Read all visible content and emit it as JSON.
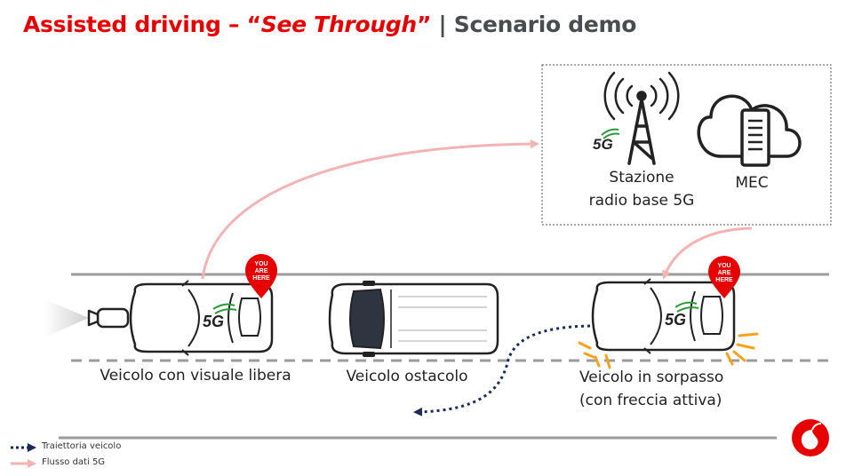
{
  "title": {
    "part1": "Assisted driving – “",
    "italic": "See Through",
    "part2": "”",
    "separator": "|",
    "part3": "Scenario demo"
  },
  "network": {
    "station_line1": "Stazione",
    "station_line2": "radio base 5G",
    "mec": "MEC",
    "tower_badge": "5G"
  },
  "vehicles": {
    "left_label": "Veicolo con visuale libera",
    "middle_label": "Veicolo ostacolo",
    "right_label_line1": "Veicolo in sorpasso",
    "right_label_line2": "(con freccia attiva)",
    "badge": "5G",
    "pin_text_1": "YOU",
    "pin_text_2": "ARE",
    "pin_text_3": "HERE"
  },
  "legend": {
    "trajectory": "Traiettoria veicolo",
    "flow": "Flusso dati 5G"
  },
  "colors": {
    "brand_red": "#e60000",
    "flow_pink": "#f3b3b5",
    "trajectory_navy": "#1c2a5a",
    "road_gray": "#9b9b9b",
    "indicator_orange": "#f7a21b",
    "signal_green": "#2e9a3c"
  }
}
